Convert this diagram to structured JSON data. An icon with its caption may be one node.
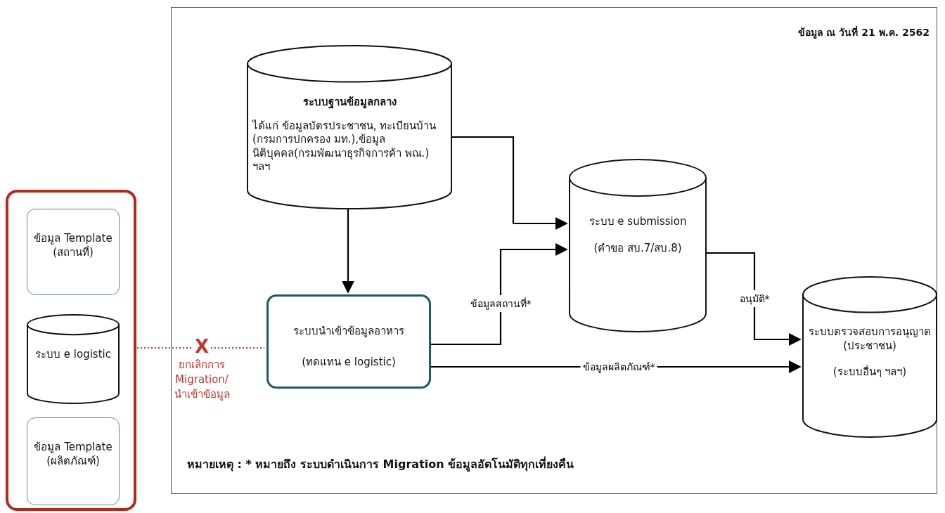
{
  "diagram": {
    "nodes": [
      {
        "text": [
          "ข้อมูล ณ วันที่ 21 พ.ค. 2562",
          "หมายเหตุ : * หมายถึง ระบบดำเนินการ Migration ข้อมูลอัตโนมัติทุกเที่ยงคืน"
        ]
      },
      {
        "text": [
          "ระบบฐานข้อมูลกลาง",
          "ได้แก่ ข้อมูลบัตรประชาชน, ทะเบียนบ้าน (กรมการปกครอง มท.),ข้อมูลนิติบุคคล(กรมพัฒนาธุรกิจการค้า พณ.) ฯลฯ"
        ],
        "in": 0
      },
      {
        "text": [
          "ระบบ e submission",
          "(คำขอ สบ.7/สบ.8)"
        ],
        "in": 0
      },
      {
        "text": [
          "ระบบนำเข้าข้อมูลอาหาร",
          "(ทดแทน e logistic)"
        ],
        "in": 0
      },
      {
        "text": [
          "ระบบตรวจสอบการอนุญาต (ประชาชน)",
          "(ระบบอื่นๆ ฯลฯ)"
        ],
        "in": 0
      },
      {
        "text": [],
        "shape": "box"
      },
      {
        "text": [
          "ข้อมูล Template (สถานที่)"
        ],
        "in": 5
      },
      {
        "text": [
          "ระบบ e logistic"
        ],
        "in": 5
      },
      {
        "text": [
          "ข้อมูล Template (ผลิตภัณฑ์)"
        ],
        "in": 5
      }
    ],
    "edges": [
      {
        "from": 1,
        "to": 2,
        "arrow": "to"
      },
      {
        "from": 1,
        "to": 3,
        "arrow": "to"
      },
      {
        "from": 3,
        "to": 2,
        "arrow": "to",
        "label": "ข้อมูลสถานที่*"
      },
      {
        "from": 2,
        "to": 4,
        "arrow": "to",
        "label": "อนุมัติ*"
      },
      {
        "from": 3,
        "to": 4,
        "arrow": "to",
        "label": "ข้อมูลผลิตภัณฑ์*"
      },
      {
        "from": 5,
        "to": 3,
        "arrow": "none",
        "label": "X",
        "style": "dashed",
        "color": "#c0392b"
      }
    ],
    "labels": [
      "ยกเลิกการ Migration/ นำเข้าข้อมูล"
    ]
  }
}
